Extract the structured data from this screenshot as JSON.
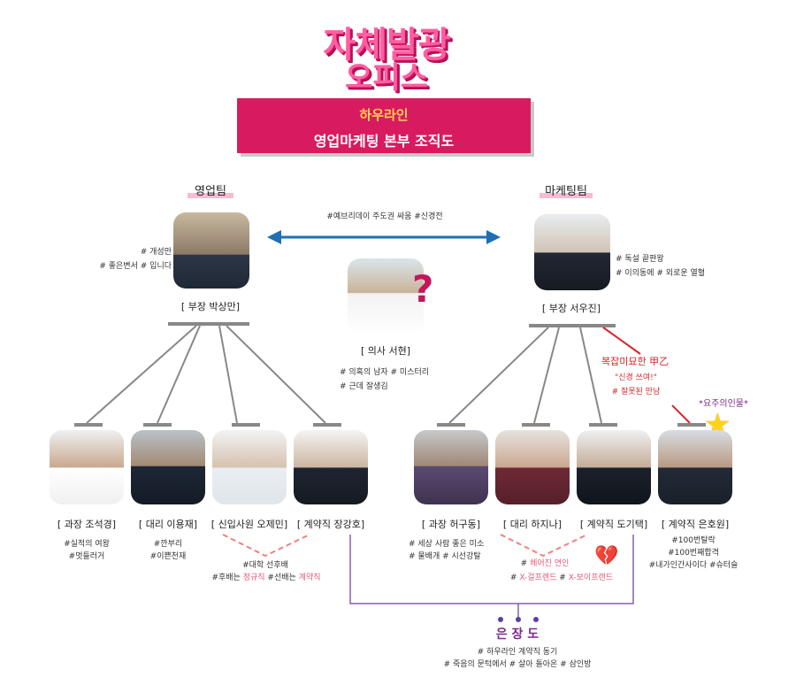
{
  "logo": {
    "line1": "자체발광",
    "line2": "오피스"
  },
  "banner": {
    "company": "하우라인",
    "subtitle": "영업마케팅 본부 조직도"
  },
  "teams": {
    "sales": "영업팀",
    "marketing": "마케팅팀"
  },
  "rivalry_tag": "#예브리데이 주도권 싸움 #신경전",
  "bosses": {
    "park": {
      "label": "[ 부장 박상만]",
      "tags": [
        "# 개성만",
        "# 좋은변서 # 입니다"
      ]
    },
    "seo": {
      "label": "[ 부장 서우진]",
      "tags": [
        "# 독설 끝판왕",
        "# 이의동에 # 외로운 열혈"
      ]
    }
  },
  "doctor": {
    "label": "[ 의사 서현]",
    "tags": [
      "# 의혹의 남자 # 미스터리",
      "# 근데 잘생김"
    ],
    "mark": "?"
  },
  "seo_note": [
    "복잡미묘한 甲乙",
    "\"신경 쓰여!\"",
    "# 잘못된 만남"
  ],
  "star_note": "*요주의인물*",
  "staff": [
    {
      "label": "[ 과장 조석경]",
      "tags": [
        "#실적의 여왕",
        "#멋들러거"
      ]
    },
    {
      "label": "[ 대리 이용재]",
      "tags": [
        "#깐부리",
        "#이쁜천재"
      ]
    },
    {
      "label": "[ 신입사원 오제민]",
      "tags": []
    },
    {
      "label": "[ 계약직 장강호]",
      "tags": []
    },
    {
      "label": "[ 과장 허구동]",
      "tags": [
        "# 세상 사람 좋은 미소",
        "# 물배개 # 시선강탈"
      ]
    },
    {
      "label": "[ 대리 하지나]",
      "tags": []
    },
    {
      "label": "[ 계약직 도기택]",
      "tags": []
    },
    {
      "label": "[ 계약직 은호원]",
      "tags": [
        "#100번탈락",
        "#100번째합격",
        "#내가인간사이다 #슈터슬"
      ]
    }
  ],
  "pair_note_1": {
    "line1": "#대학 선후배",
    "line2_a": "#후배는 ",
    "line2_b": "정규직",
    "line2_c": " #선배는 ",
    "line2_d": "계약직"
  },
  "pair_note_2": {
    "line1_a": "# ",
    "line1_b": "헤어진 연인",
    "line2_a": "# ",
    "line2_b": "X-걸프렌드",
    "line2_c": " # ",
    "line2_d": "X-보이프렌드",
    "heart": "💔"
  },
  "eun": {
    "title": "은 장 도",
    "tags": [
      "# 하우라인 계약직 동기",
      "# 죽음의 문턱에서 # 살아 돌아온 # 삼인방"
    ]
  },
  "colors": {
    "banner": "#d81b60",
    "accent_pink": "#e05a7a",
    "line_grey": "#888888",
    "purple": "#8a5fb0",
    "arrow": "#1f6fb5"
  }
}
